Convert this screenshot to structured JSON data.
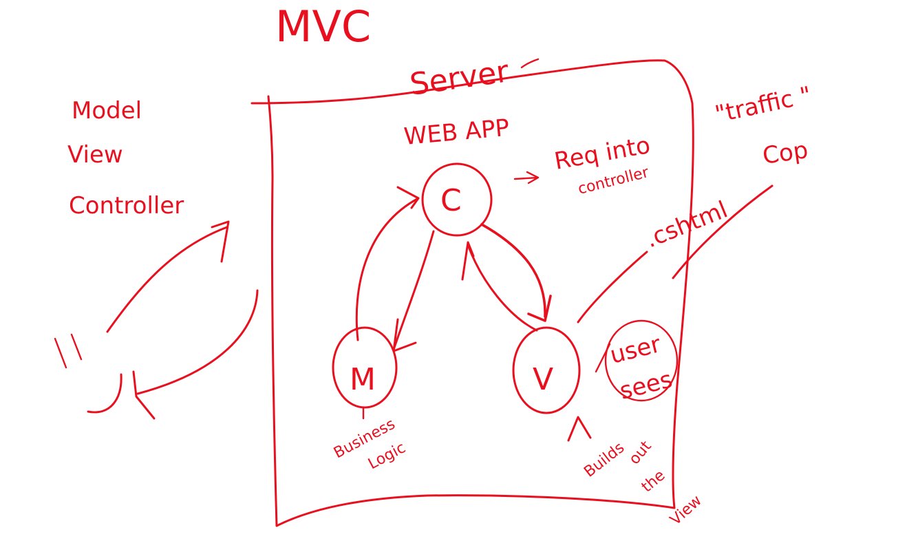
{
  "ink_color": "#e8101f",
  "background_color": "#ffffff",
  "title": "MVC",
  "server_label": "Server",
  "webapp_label": "WEB APP",
  "definition": {
    "model": "Model",
    "view": "View",
    "controller": "Controller"
  },
  "nodes": {
    "controller": "C",
    "model": "M",
    "view": "V"
  },
  "notes": {
    "req_line1": "Req into",
    "req_line2": "controller",
    "traffic_line1": "\"traffic \"",
    "traffic_line2": "Cop",
    "cshtml": ".cshtml",
    "user_line1": "user",
    "user_line2": "sees",
    "business_line1": "Business",
    "business_line2": "Logic",
    "builds_line1": "Builds",
    "builds_line2": "out",
    "builds_line3": "the",
    "builds_line4": "View"
  }
}
